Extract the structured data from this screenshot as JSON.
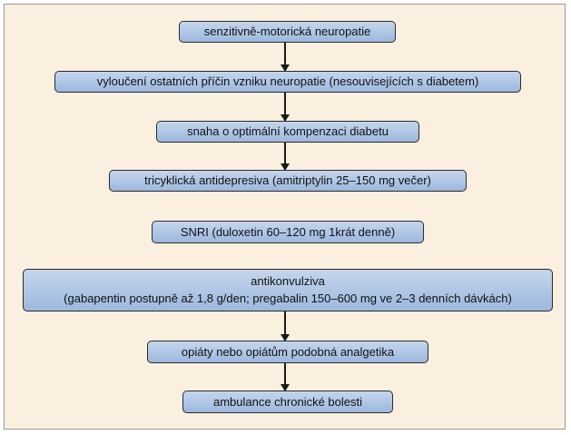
{
  "flowchart": {
    "steps": [
      {
        "text": "senzitivně-motorická neuropatie"
      },
      {
        "text": "vyloučení ostatních příčin vzniku neuropatie (nesouvisejících s diabetem)"
      },
      {
        "text": "snaha o optimální kompenzaci diabetu"
      },
      {
        "text": "tricyklická antidepresiva (amitriptylin 25–150 mg večer)"
      },
      {
        "text": "SNRI (duloxetin 60–120 mg 1krát denně)"
      },
      {
        "line1": "antikonvulziva",
        "line2": "(gabapentin postupně až 1,8 g/den; pregabalin 150–600 mg ve 2–3 denních dávkách)"
      },
      {
        "text": "opiáty nebo opiátům podobná analgetika"
      },
      {
        "text": "ambulance chronické bolesti"
      }
    ],
    "colors": {
      "background": "#fbf0df",
      "node_fill_top": "#c5d6ec",
      "node_fill_bottom": "#9cb8de",
      "border": "#2b2b2b"
    }
  }
}
